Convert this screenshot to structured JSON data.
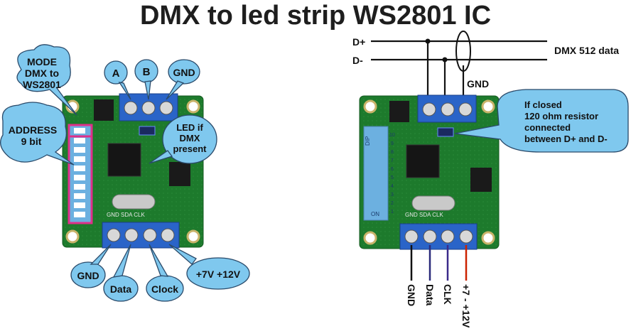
{
  "title": "DMX to led strip WS2801 IC",
  "left_callouts": {
    "mode": [
      "MODE",
      "DMX to",
      "WS2801"
    ],
    "address": [
      "ADDRESS",
      "9 bit"
    ],
    "a": "A",
    "b": "B",
    "gnd_top": "GND",
    "led": [
      "LED if",
      "DMX",
      "present"
    ],
    "gnd_bottom": "GND",
    "data": "Data",
    "clock": "Clock",
    "power": "+7V +12V"
  },
  "board_silkscreen": {
    "bottom_pins": "GND  SDA  CLK",
    "dip_label": "DIP",
    "dip_numbers": [
      "1",
      "2",
      "3",
      "4",
      "5",
      "6",
      "7",
      "8",
      "9",
      "10"
    ],
    "on_label": "ON"
  },
  "right_diagram": {
    "d_plus": "D+",
    "d_minus": "D-",
    "bus_label": "DMX 512 data",
    "gnd_label": "GND",
    "resistor_note": [
      "If closed",
      "120 ohm  resistor",
      "connected",
      "between D+ and D-"
    ],
    "wires": [
      {
        "label": "GND",
        "color": "#111111"
      },
      {
        "label": "Data",
        "color": "#2a2a7a"
      },
      {
        "label": "CLK",
        "color": "#3a2a8a"
      },
      {
        "label": "+7 - +12V",
        "color": "#cc2200"
      }
    ]
  },
  "colors": {
    "callout_fill": "#7fc8ee",
    "callout_stroke": "#2a4a6a",
    "pcb": "#1e7a2e",
    "terminal": "#2a64c8",
    "highlight": "#e0308a"
  }
}
